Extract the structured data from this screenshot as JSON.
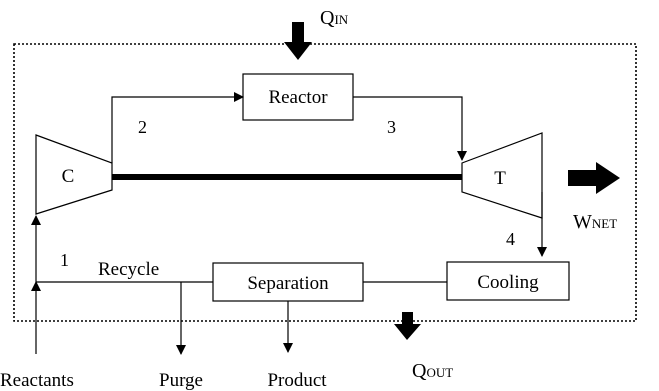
{
  "blocks": {
    "reactor": "Reactor",
    "separation": "Separation",
    "cooling": "Cooling",
    "compressor": "C",
    "turbine": "T"
  },
  "states": {
    "s1": "1",
    "s2": "2",
    "s3": "3",
    "s4": "4"
  },
  "streams": {
    "recycle": "Recycle",
    "reactants": "Reactants",
    "purge": "Purge",
    "product": "Product"
  },
  "energy": {
    "q_in_main": "Q",
    "q_in_sub": "IN",
    "q_out_main": "Q",
    "q_out_sub": "OUT",
    "w_net_main": "W",
    "w_net_sub": "NET"
  }
}
